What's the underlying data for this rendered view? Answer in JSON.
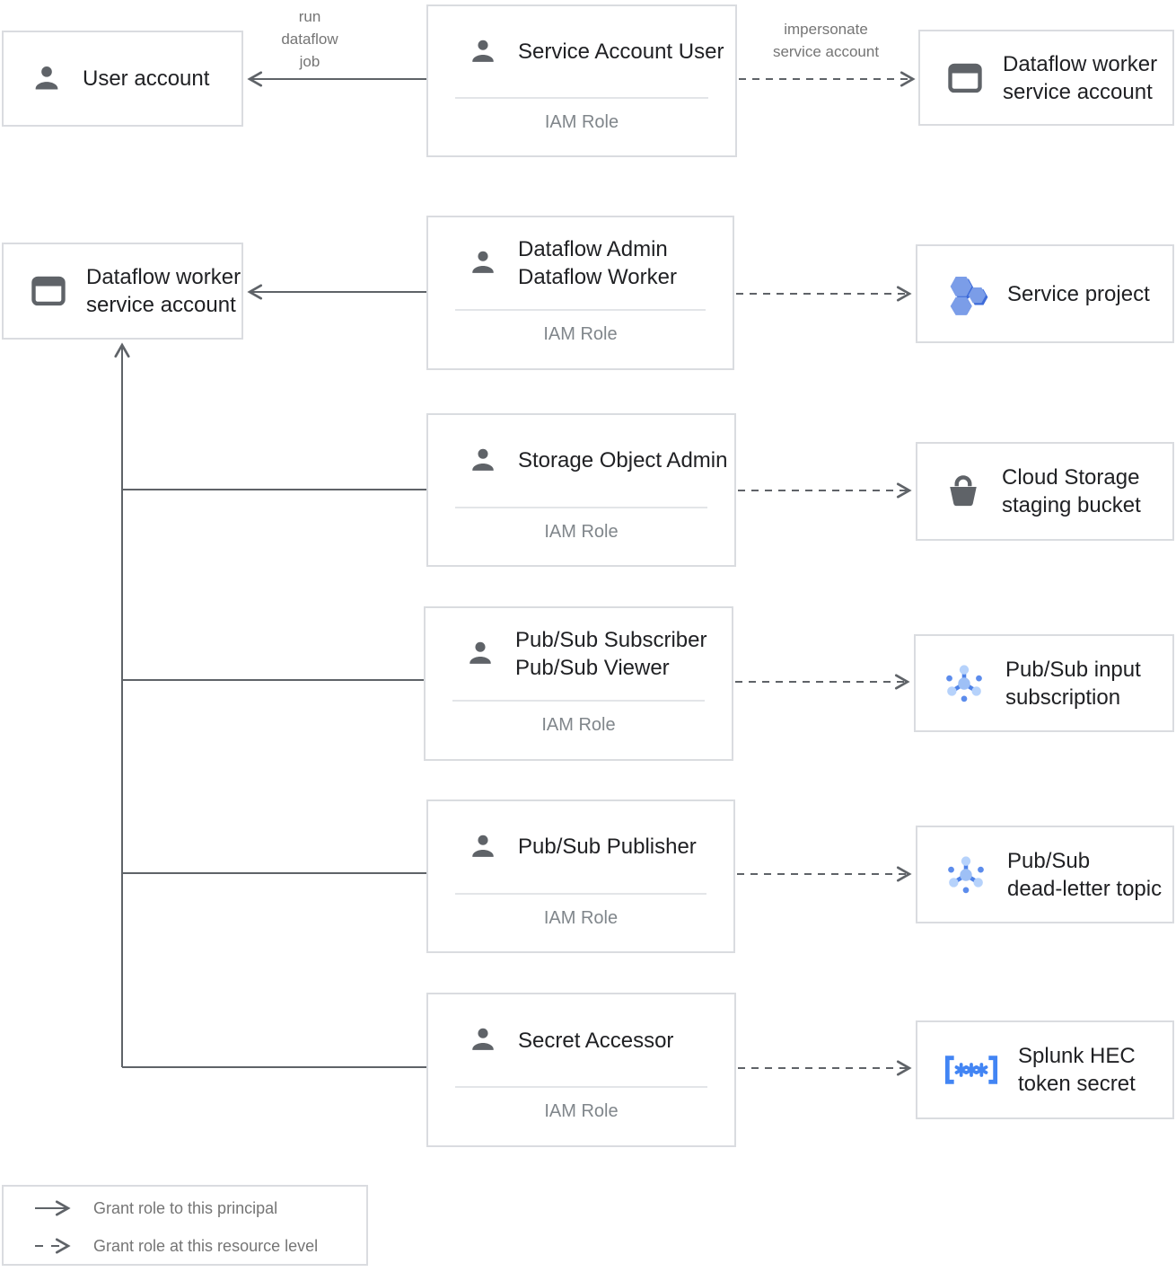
{
  "colors": {
    "border": "#DADCE0",
    "line": "#5F6368",
    "text_primary": "#202124",
    "text_secondary": "#757575",
    "icon_gray": "#5F6368",
    "blue": "#4285F4",
    "hex_light": "#7B9DE8",
    "hex_dark": "#3E6BD9",
    "pubsub_light": "#B6D2FB",
    "pubsub_mid": "#5C8CEC"
  },
  "nodes": {
    "user_account": {
      "label": "User account",
      "icon": "person-icon"
    },
    "service_account_user": {
      "title": "Service Account User",
      "role_label": "IAM Role",
      "icon": "person-icon"
    },
    "dataflow_worker_sa_top": {
      "label": "Dataflow worker\nservice account",
      "icon": "service-account-icon"
    },
    "dataflow_worker_sa_left": {
      "label": "Dataflow worker\nservice account",
      "icon": "service-account-icon"
    },
    "dataflow_admin_worker": {
      "title": "Dataflow Admin\nDataflow Worker",
      "role_label": "IAM Role",
      "icon": "person-icon"
    },
    "service_project": {
      "label": "Service project",
      "icon": "project-hexagons-icon"
    },
    "storage_object_admin": {
      "title": "Storage Object Admin",
      "role_label": "IAM Role",
      "icon": "person-icon"
    },
    "cloud_storage_bucket": {
      "label": "Cloud Storage\nstaging bucket",
      "icon": "storage-bucket-icon"
    },
    "pubsub_subscriber_viewer": {
      "title": "Pub/Sub Subscriber\nPub/Sub Viewer",
      "role_label": "IAM Role",
      "icon": "person-icon"
    },
    "pubsub_input_subscription": {
      "label": "Pub/Sub input\nsubscription",
      "icon": "pubsub-icon"
    },
    "pubsub_publisher": {
      "title": "Pub/Sub Publisher",
      "role_label": "IAM Role",
      "icon": "person-icon"
    },
    "pubsub_dead_letter_topic": {
      "label": "Pub/Sub\ndead-letter topic",
      "icon": "pubsub-icon"
    },
    "secret_accessor": {
      "title": "Secret Accessor",
      "role_label": "IAM Role",
      "icon": "person-icon"
    },
    "splunk_hec_token_secret": {
      "label": "Splunk HEC\ntoken secret",
      "icon": "secret-icon"
    }
  },
  "edge_labels": {
    "run_dataflow_job": "run\ndataflow\njob",
    "impersonate_service_account": "impersonate\nservice account"
  },
  "legend": {
    "items": [
      {
        "style": "solid",
        "label": "Grant role to this principal"
      },
      {
        "style": "dashed",
        "label": "Grant role at this resource level"
      }
    ]
  }
}
